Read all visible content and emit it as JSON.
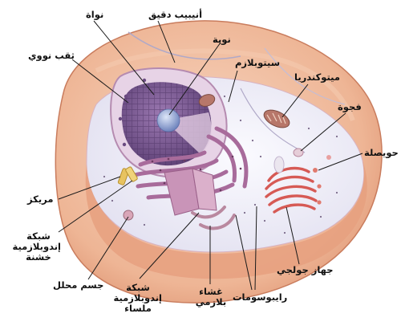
{
  "labels": {
    "nucleus": "نواة",
    "microtubule": "أنيبيب دقيق",
    "nucleolus": "نوية",
    "nuclear_pore": "ثقب نووي",
    "cytoplasm": "سيتوبلازم",
    "mitochondria": "ميتوكندريا",
    "vacuole": "فجوة",
    "vesicle": "حويصلة",
    "centriole": "مريكز",
    "rough_er": [
      "شبكة",
      "إندوبلازمية",
      "خشنة"
    ],
    "lysosome": "جسم محلل",
    "smooth_er": [
      "شبكة",
      "إندوبلازمية",
      "ملساء"
    ],
    "cell_membrane": [
      "غشاء",
      "بلازمي"
    ],
    "ribosomes": "رايبوسومات",
    "golgi": "جهاز جولجي"
  },
  "colors": {
    "membrane": "#e9a27f",
    "cytoplasm": "#eeedf7",
    "nucleus": "#7d5a95",
    "nucleolus": "#8fa2cf",
    "er": "#b27aa7",
    "golgi": "#d85a55",
    "mitochondria": "#a86a5c",
    "line": "#1a1a1a"
  }
}
